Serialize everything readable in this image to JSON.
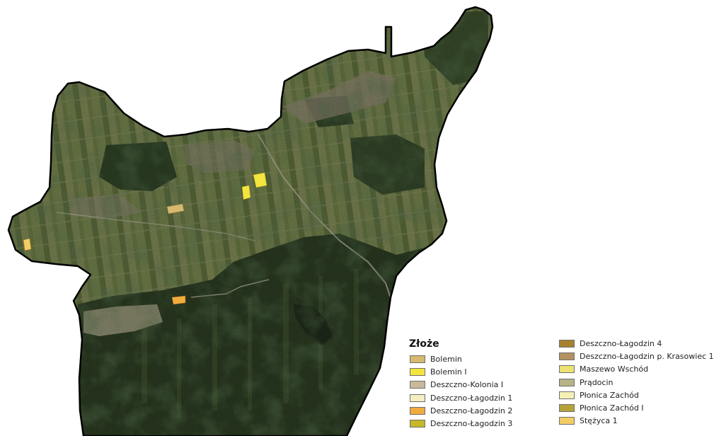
{
  "legend": {
    "title": "Złoże",
    "items": [
      {
        "label": "Bolemin",
        "color": "#d6b86e"
      },
      {
        "label": "Bolemin I",
        "color": "#f4e53e"
      },
      {
        "label": "Deszczno-Kolonia I",
        "color": "#c9b99a"
      },
      {
        "label": "Deszczno-Łagodzin 1",
        "color": "#f5eec2"
      },
      {
        "label": "Deszczno-Łagodzin 2",
        "color": "#f0ab3f"
      },
      {
        "label": "Deszczno-Łagodzin 3",
        "color": "#c6b829"
      },
      {
        "label": "Deszczno-Łagodzin 4",
        "color": "#a8812e"
      },
      {
        "label": "Deszczno-Łagodzin p. Krasowiec 1",
        "color": "#b39261"
      },
      {
        "label": "Maszewo Wschód",
        "color": "#ece372"
      },
      {
        "label": "Prądocin",
        "color": "#b7b386"
      },
      {
        "label": "Płonica Zachód",
        "color": "#f6f1b4"
      },
      {
        "label": "Płonica Zachód I",
        "color": "#b5a33a"
      },
      {
        "label": "Stężyca 1",
        "color": "#f3cc63"
      }
    ]
  },
  "deposits": [
    {
      "name": "Bolemin",
      "color": "#d6b86e"
    },
    {
      "name": "Bolemin I",
      "color": "#f4e53e"
    },
    {
      "name": "Deszczno-Łagodzin 2",
      "color": "#f0ab3f"
    },
    {
      "name": "Stężyca 1",
      "color": "#f3cc63"
    }
  ]
}
